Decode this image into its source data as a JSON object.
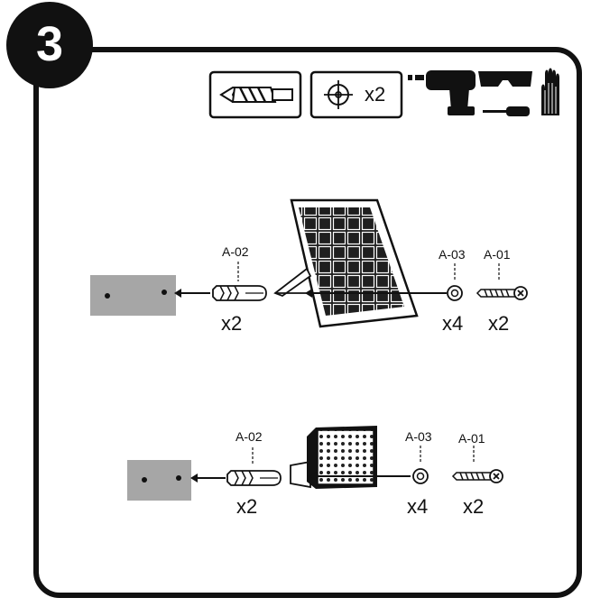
{
  "step": {
    "number": "3"
  },
  "toolbox": {
    "drill_bit_icon": "drill-bit-icon",
    "mark_icon": "crosshair-target-icon",
    "mark_qty": "x2",
    "extra_icons": [
      "power-drill-icon",
      "safety-glasses-icon",
      "screwdriver-icon",
      "work-glove-icon"
    ]
  },
  "panel_row": {
    "anchor_label": "A-02",
    "anchor_qty": "x2",
    "washer_label": "A-03",
    "washer_qty": "x4",
    "screw_label": "A-01",
    "screw_qty": "x2"
  },
  "light_row": {
    "anchor_label": "A-02",
    "anchor_qty": "x2",
    "washer_label": "A-03",
    "washer_qty": "x4",
    "screw_label": "A-01",
    "screw_qty": "x2"
  },
  "colors": {
    "ink": "#111111",
    "wall": "#a6a6a6",
    "panel": "#1f1f1f"
  }
}
